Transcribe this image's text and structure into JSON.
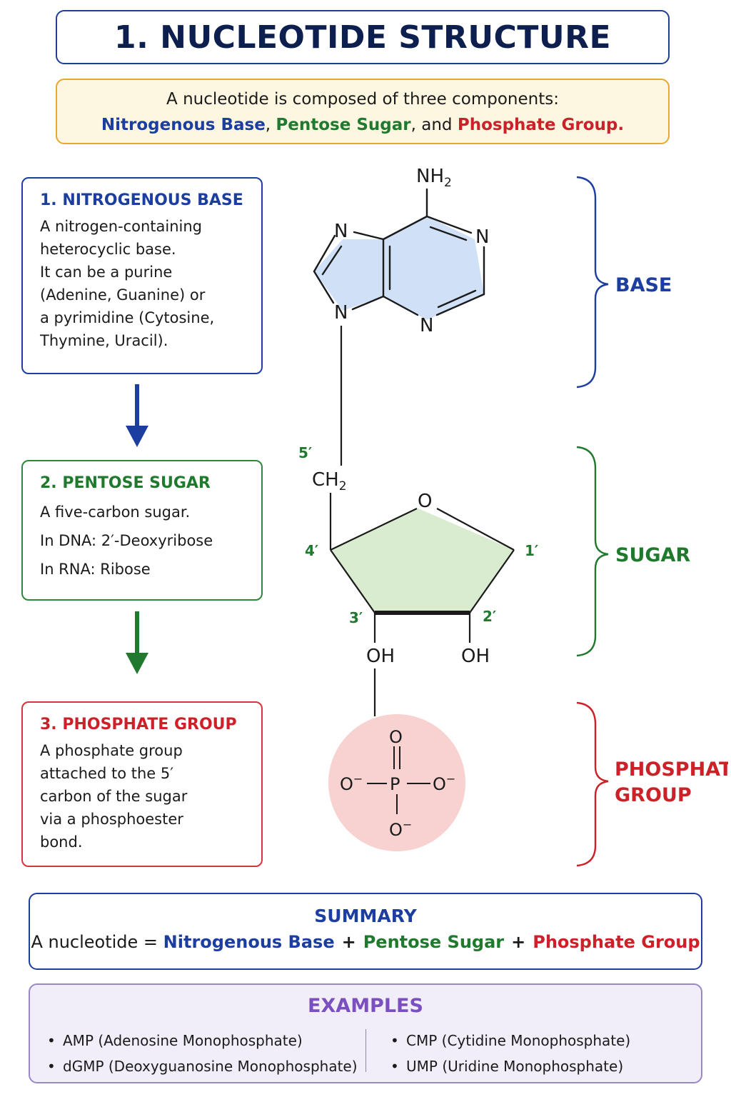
{
  "title": "1. NUCLEOTIDE STRUCTURE",
  "intro": {
    "line1": "A nucleotide is composed of three components:",
    "base": "Nitrogenous Base",
    "sep1": ", ",
    "sugar": "Pentose Sugar",
    "sep2": ", and ",
    "phosphate": "Phosphate Group."
  },
  "boxes": {
    "base": {
      "heading": "1. NITROGENOUS BASE",
      "lines": [
        "A nitrogen-containing",
        "heterocyclic base.",
        "It can be a purine",
        "(Adenine, Guanine) or",
        "a pyrimidine (Cytosine,",
        "Thymine, Uracil)."
      ]
    },
    "sugar": {
      "heading": "2. PENTOSE SUGAR",
      "lines": [
        "A five-carbon sugar.",
        "In DNA: 2′-Deoxyribose",
        "In RNA: Ribose"
      ]
    },
    "phosphate": {
      "heading": "3. PHOSPHATE GROUP",
      "lines": [
        "A phosphate group",
        "attached to the 5′",
        "carbon of the sugar",
        "via a phosphoester",
        "bond."
      ]
    }
  },
  "molecule": {
    "amine": "NH",
    "amine_sub": "2",
    "n_atom": "N",
    "ch2": "CH",
    "ch2_sub": "2",
    "ring_o": "O",
    "carbon_labels": {
      "c1": "1′",
      "c2": "2′",
      "c3": "3′",
      "c4": "4′",
      "c5": "5′"
    },
    "oh": "OH",
    "phosphate": {
      "p": "P",
      "o": "O",
      "o_minus": "O",
      "minus": "−"
    }
  },
  "brackets": {
    "base": "BASE",
    "sugar": "SUGAR",
    "phosphate_line1": "PHOSPHATE",
    "phosphate_line2": "GROUP"
  },
  "summary": {
    "title": "SUMMARY",
    "prefix": "A nucleotide = ",
    "base": "Nitrogenous Base",
    "plus": "+",
    "sugar": "Pentose Sugar",
    "phosphate": "Phosphate Group"
  },
  "examples": {
    "title": "EXAMPLES",
    "left": [
      "AMP (Adenosine Monophosphate)",
      "dGMP (Deoxyguanosine Monophosphate)"
    ],
    "right": [
      "CMP (Cytidine Monophosphate)",
      "UMP (Uridine Monophosphate)"
    ]
  },
  "colors": {
    "base": "#1c3ea0",
    "sugar": "#1f7a2e",
    "phosphate": "#cc2128",
    "examples": "#7b4fc0",
    "base_fill": "#cfe0f7",
    "sugar_fill": "#d9eccf",
    "phosphate_fill": "#f8d2d0"
  }
}
